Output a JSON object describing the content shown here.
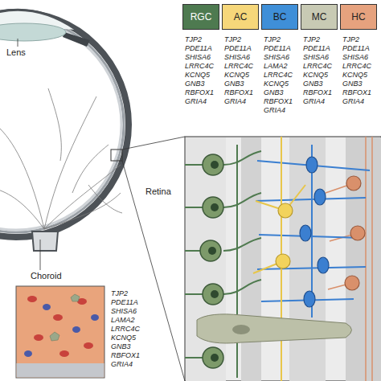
{
  "diagram": {
    "nodes": [
      {
        "text": [
          "RGC",
          "TJP2 PDE11A SHISA6 LRRC4C KCNQ5 GNB3 RBFOX1 GRIA4"
        ]
      },
      {
        "text": [
          "AC",
          "TJP2 PDE11A SHISA6 LRRC4C KCNQ5 GNB3 RBFOX1 GRIA4"
        ]
      },
      {
        "text": [
          "BC",
          "TJP2 PDE11A SHISA6 LAMA2 LRRC4C KCNQ5 GNB3 RBFOX1 GRIA4"
        ]
      },
      {
        "text": [
          "MC",
          "TJP2 PDE11A SHISA6 LRRC4C KCNQ5 GNB3 RBFOX1 GRIA4"
        ]
      },
      {
        "text": [
          "HC",
          "TJP2 PDE11A SHISA6 LRRC4C KCNQ5 GNB3 RBFOX1 GRIA4"
        ]
      }
    ],
    "labels": [
      "Lens",
      "Retina",
      "Choroid",
      "TJP2 PDE11A SHISA6 LAMA2 LRRC4C KCNQ5 GNB3 RBFOX1 GRIA4"
    ]
  }
}
